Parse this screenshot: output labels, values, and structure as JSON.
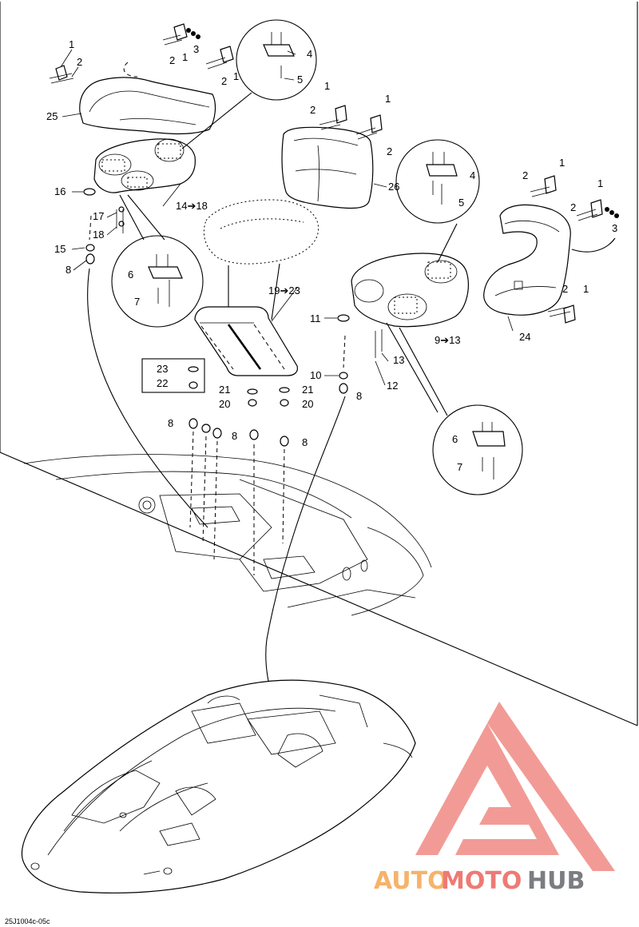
{
  "callouts": {
    "c1": "1",
    "c2": "2",
    "c3": "3",
    "c4": "4",
    "c5": "5",
    "c6": "6",
    "c7": "7",
    "c8": "8",
    "c10": "10",
    "c11": "11",
    "c12": "12",
    "c13": "13",
    "c15": "15",
    "c16": "16",
    "c17": "17",
    "c18": "18",
    "c20": "20",
    "c21": "21",
    "c22": "22",
    "c23": "23",
    "c24": "24",
    "c25": "25",
    "c26": "26",
    "r9_13": "9➔13",
    "r14_18": "14➔18",
    "r19_23": "19➔23"
  },
  "diagram_code": "25J1004c-05c",
  "watermark": {
    "part1": "AUTO",
    "part2": "MOTO",
    "part3": "HUB",
    "colors": {
      "auto": "#f6b36a",
      "moto": "#ee7a74",
      "hub": "#7b7d80",
      "logo": "#f08a84"
    }
  }
}
